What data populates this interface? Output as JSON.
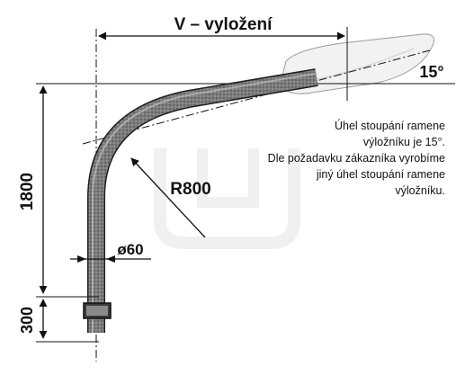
{
  "labels": {
    "overhang": "V – vyložení",
    "angle": "15°",
    "radius": "R800",
    "diameter": "ø60",
    "height_main": "1800",
    "height_base": "300"
  },
  "note_lines": [
    "Úhel stoupání ramene",
    "výložníku je 15°.",
    "Dle požadavku zákazníka vyrobíme",
    "jiný úhel stoupání ramene",
    "výložníku."
  ],
  "colors": {
    "line": "#111111",
    "pipe_dark": "#3c3c3c",
    "pipe_light": "#9a9a9a",
    "watermark": "#e6e6e6"
  }
}
